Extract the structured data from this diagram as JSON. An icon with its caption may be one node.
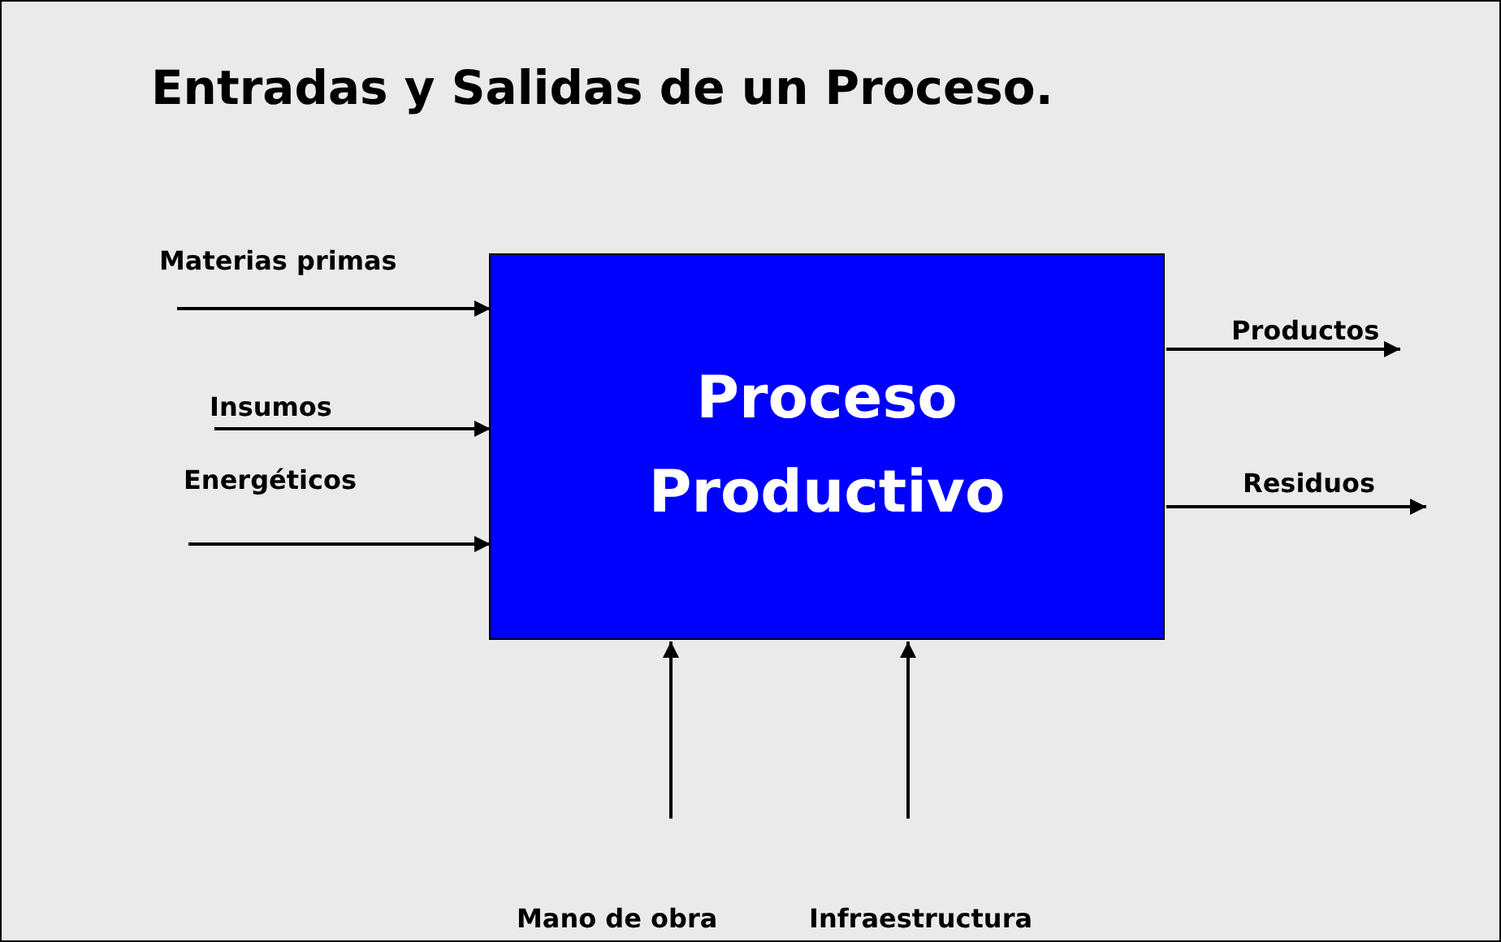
{
  "diagram": {
    "title": "Entradas y Salidas de un Proceso.",
    "nodes": [
      {
        "text": [
          "Materias primas"
        ]
      },
      {
        "text": [
          "Proceso Productivo"
        ]
      },
      {
        "text": [
          "Productos"
        ]
      },
      {
        "text": [
          "Insumos"
        ]
      },
      {
        "text": [
          "Energéticos"
        ]
      },
      {
        "text": [
          "Residuos"
        ]
      },
      {
        "text": [
          "Mano de obra"
        ]
      },
      {
        "text": [
          "Infraestructura"
        ]
      }
    ],
    "edges": [
      {
        "from": 0,
        "to": 1,
        "arrow": "to"
      },
      {
        "from": 3,
        "to": 1,
        "arrow": "to"
      },
      {
        "from": 4,
        "to": 1,
        "arrow": "to"
      },
      {
        "from": 1,
        "to": 2,
        "arrow": "to"
      },
      {
        "from": 1,
        "to": 5,
        "arrow": "to"
      },
      {
        "from": 6,
        "to": 1,
        "arrow": "to"
      },
      {
        "from": 7,
        "to": 1,
        "arrow": "to"
      }
    ]
  }
}
